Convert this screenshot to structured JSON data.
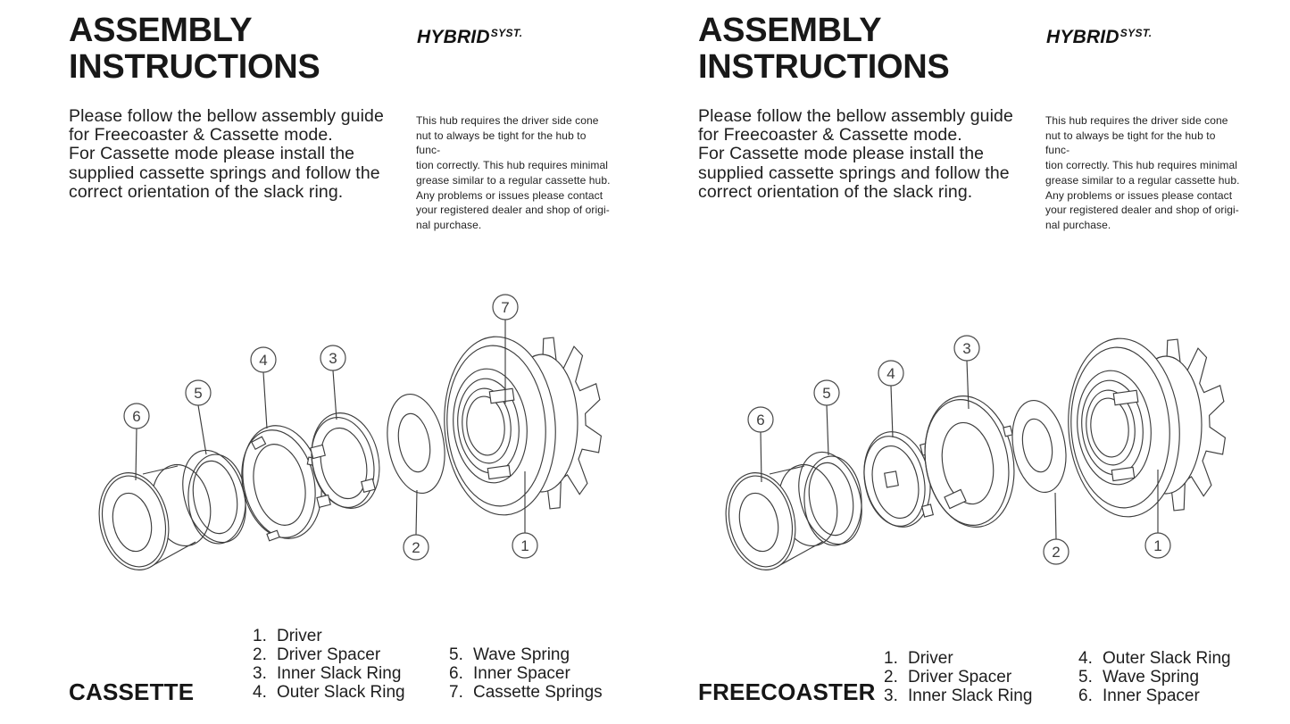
{
  "page": {
    "background": "#ffffff",
    "line_color": "#3d3d3d",
    "text_color": "#1c1c1c"
  },
  "panels": [
    {
      "name": "cassette",
      "title": "ASSEMBLY\nINSTRUCTIONS",
      "brand": {
        "name": "HYBRID",
        "suffix": "SYST."
      },
      "intro": "Please follow the bellow assembly guide\nfor Freecoaster & Cassette mode.\nFor Cassette mode please install the\nsupplied cassette springs and follow the\ncorrect orientation of the slack ring.",
      "note": "This hub requires the driver side cone\nnut to always be tight for the hub to func-\ntion correctly. This hub requires minimal\ngrease similar to a regular cassette hub.\nAny problems or issues please contact\nyour registered dealer and shop of origi-\nnal purchase.",
      "mode_label": "CASSETTE",
      "callouts": {
        "c1": "1",
        "c2": "2",
        "c3": "3",
        "c4": "4",
        "c5": "5",
        "c6": "6",
        "c7": "7"
      },
      "parts_col1": [
        {
          "num": "1.",
          "label": "Driver"
        },
        {
          "num": "2.",
          "label": "Driver Spacer"
        },
        {
          "num": "3.",
          "label": "Inner Slack Ring"
        },
        {
          "num": "4.",
          "label": "Outer Slack Ring"
        }
      ],
      "parts_col2": [
        {
          "num": "5.",
          "label": "Wave Spring"
        },
        {
          "num": "6.",
          "label": "Inner Spacer"
        },
        {
          "num": "7.",
          "label": "Cassette Springs"
        }
      ]
    },
    {
      "name": "freecoaster",
      "title": "ASSEMBLY\nINSTRUCTIONS",
      "brand": {
        "name": "HYBRID",
        "suffix": "SYST."
      },
      "intro": "Please follow the bellow assembly guide\nfor Freecoaster & Cassette mode.\nFor Cassette mode please install the\nsupplied cassette springs and follow the\ncorrect orientation of the slack ring.",
      "note": "This hub requires the driver side cone\nnut to always be tight for the hub to func-\ntion correctly. This hub requires minimal\ngrease similar to a regular cassette hub.\nAny problems or issues please contact\nyour registered dealer and shop of origi-\nnal purchase.",
      "mode_label": "FREECOASTER",
      "callouts": {
        "c1": "1",
        "c2": "2",
        "c3": "3",
        "c4": "4",
        "c5": "5",
        "c6": "6"
      },
      "parts_col1": [
        {
          "num": "1.",
          "label": "Driver"
        },
        {
          "num": "2.",
          "label": "Driver Spacer"
        },
        {
          "num": "3.",
          "label": "Inner Slack Ring"
        }
      ],
      "parts_col2": [
        {
          "num": "4.",
          "label": "Outer Slack Ring"
        },
        {
          "num": "5.",
          "label": "Wave Spring"
        },
        {
          "num": "6.",
          "label": "Inner Spacer"
        }
      ]
    }
  ]
}
